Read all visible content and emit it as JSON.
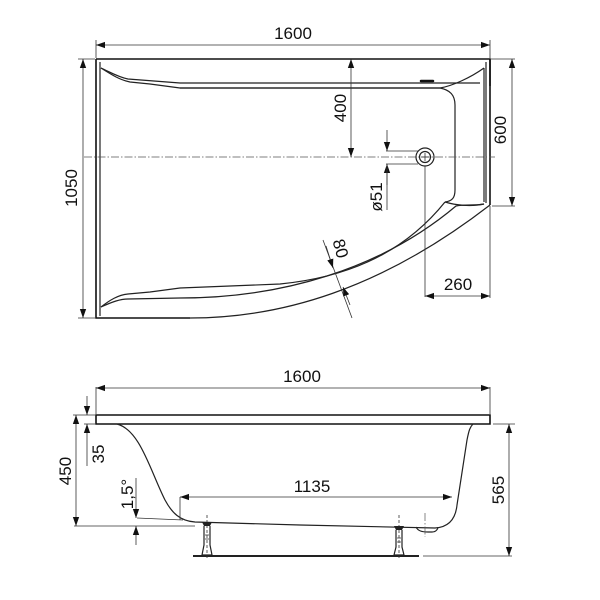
{
  "drawing": {
    "subject": "Corner asymmetric bathtub technical drawing",
    "top_view": {
      "dimensions": {
        "overall_length": "1600",
        "overall_width": "1050",
        "drain_offset_from_top": "400",
        "right_end_width": "600",
        "drain_diameter": "ø51",
        "rim_width": "80",
        "right_end_offset": "260"
      }
    },
    "side_view": {
      "dimensions": {
        "overall_length": "1600",
        "inner_bottom_length": "1135",
        "tub_depth": "450",
        "rim_thickness": "35",
        "bottom_slope": "1,5°",
        "total_height": "565"
      }
    }
  }
}
